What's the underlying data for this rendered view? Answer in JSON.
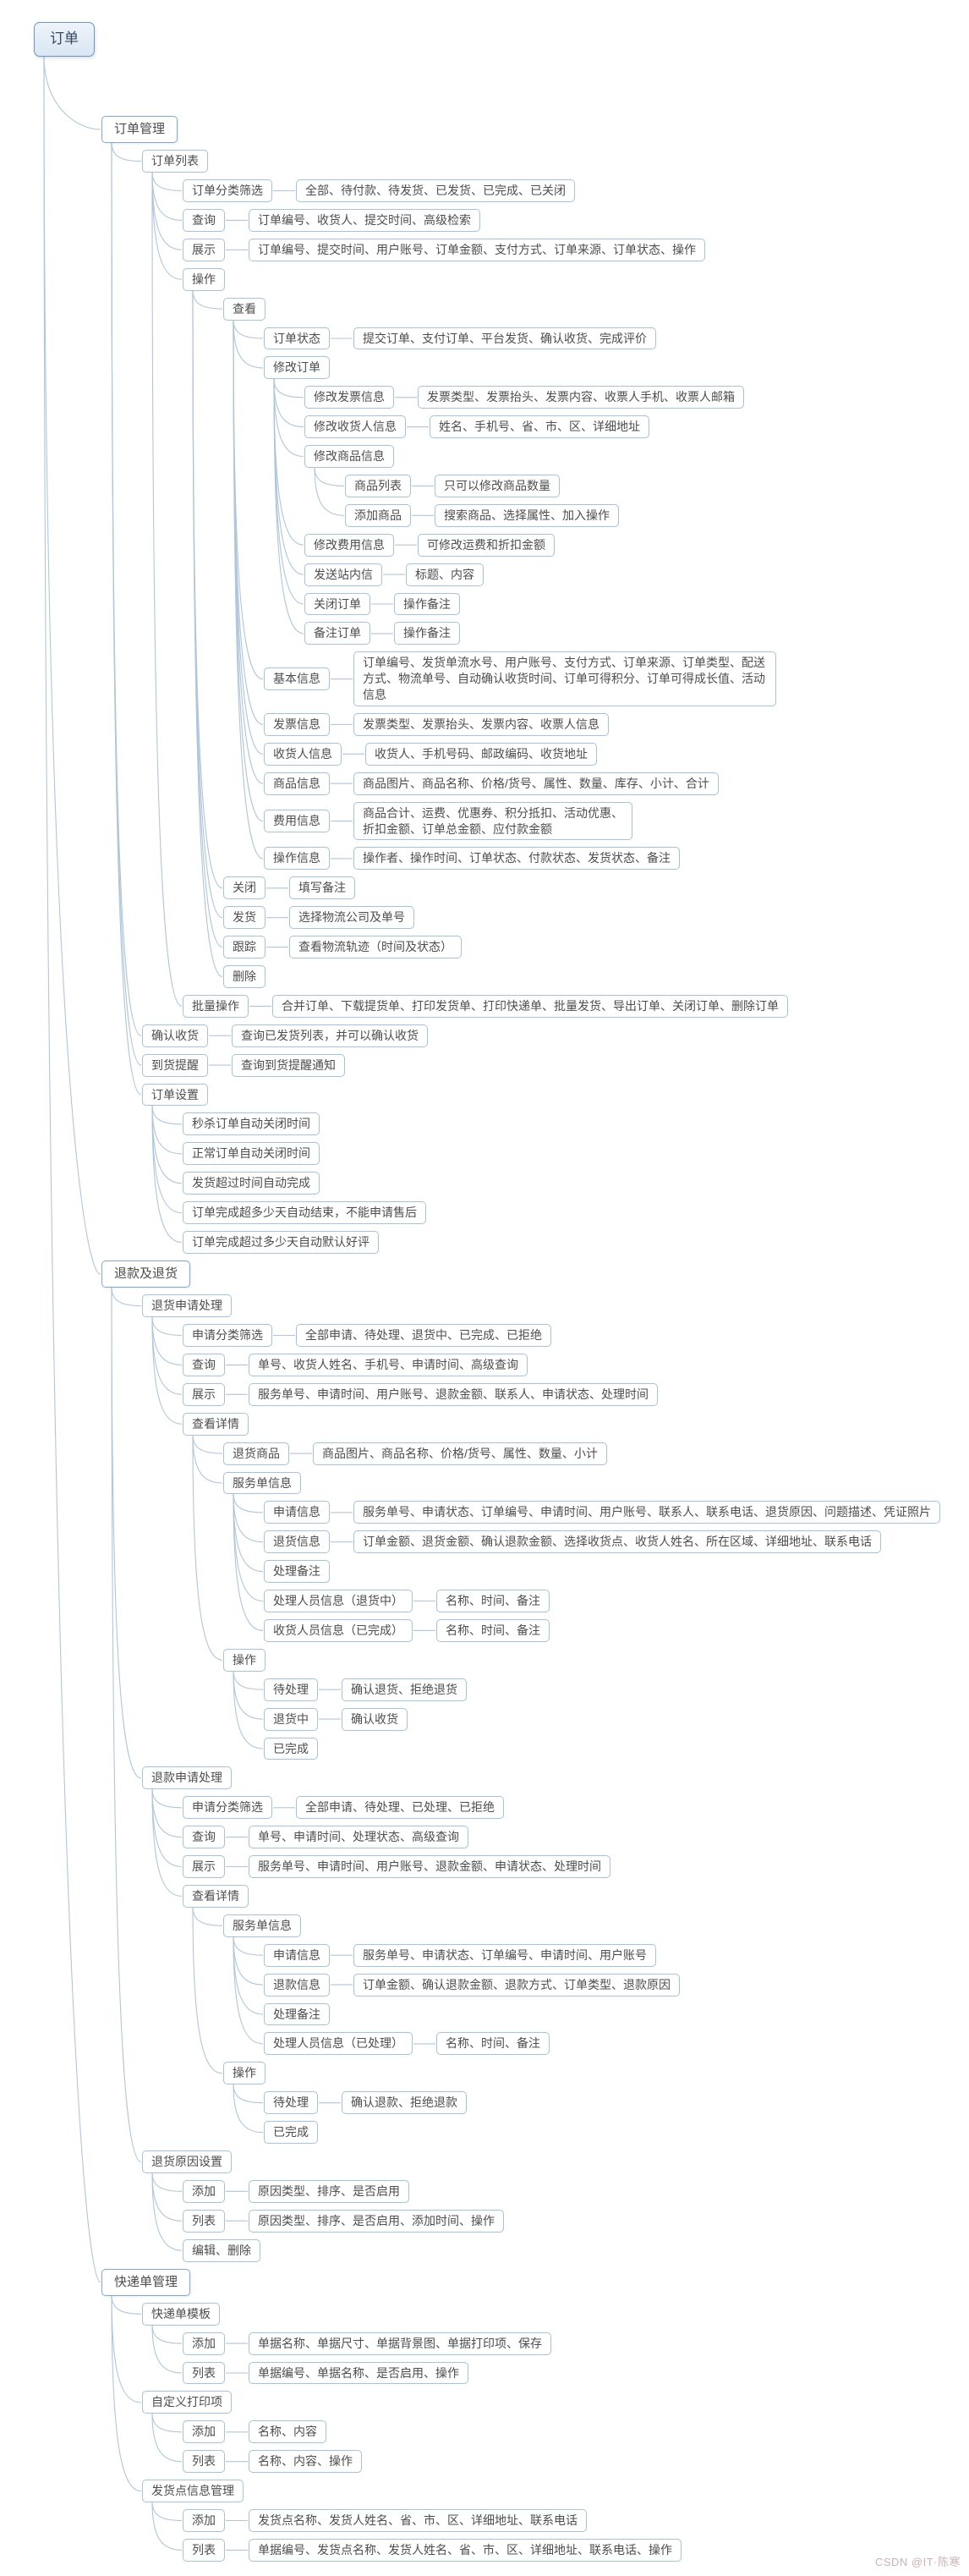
{
  "watermark": "CSDN @IT·陈寒",
  "colors": {
    "line": "#b0c6da",
    "node_border": "#a6c1db",
    "root_border": "#7096bd",
    "root_bg": "#dce8f3",
    "text": "#4d4d4d"
  },
  "mindmap": {
    "label": "订单",
    "children": [
      {
        "label": "订单管理",
        "children": [
          {
            "label": "订单列表",
            "children": [
              {
                "label": "订单分类筛选",
                "children": [
                  {
                    "label": "全部、待付款、待发货、已发货、已完成、已关闭"
                  }
                ]
              },
              {
                "label": "查询",
                "children": [
                  {
                    "label": "订单编号、收货人、提交时间、高级检索"
                  }
                ]
              },
              {
                "label": "展示",
                "children": [
                  {
                    "label": "订单编号、提交时间、用户账号、订单金额、支付方式、订单来源、订单状态、操作"
                  }
                ]
              },
              {
                "label": "操作",
                "children": [
                  {
                    "label": "查看",
                    "children": [
                      {
                        "label": "订单状态",
                        "children": [
                          {
                            "label": "提交订单、支付订单、平台发货、确认收货、完成评价"
                          }
                        ]
                      },
                      {
                        "label": "修改订单",
                        "children": [
                          {
                            "label": "修改发票信息",
                            "children": [
                              {
                                "label": "发票类型、发票抬头、发票内容、收票人手机、收票人邮箱"
                              }
                            ]
                          },
                          {
                            "label": "修改收货人信息",
                            "children": [
                              {
                                "label": "姓名、手机号、省、市、区、详细地址"
                              }
                            ]
                          },
                          {
                            "label": "修改商品信息",
                            "children": [
                              {
                                "label": "商品列表",
                                "children": [
                                  {
                                    "label": "只可以修改商品数量"
                                  }
                                ]
                              },
                              {
                                "label": "添加商品",
                                "children": [
                                  {
                                    "label": "搜索商品、选择属性、加入操作"
                                  }
                                ]
                              }
                            ]
                          },
                          {
                            "label": "修改费用信息",
                            "children": [
                              {
                                "label": "可修改运费和折扣金额"
                              }
                            ]
                          },
                          {
                            "label": "发送站内信",
                            "children": [
                              {
                                "label": "标题、内容"
                              }
                            ]
                          },
                          {
                            "label": "关闭订单",
                            "children": [
                              {
                                "label": "操作备注"
                              }
                            ]
                          },
                          {
                            "label": "备注订单",
                            "children": [
                              {
                                "label": "操作备注"
                              }
                            ]
                          }
                        ]
                      },
                      {
                        "label": "基本信息",
                        "children": [
                          {
                            "label": "订单编号、发货单流水号、用户账号、支付方式、订单来源、订单类型、配送方式、物流单号、自动确认收货时间、订单可得积分、订单可得成长值、活动信息",
                            "wrap": "wide"
                          }
                        ]
                      },
                      {
                        "label": "发票信息",
                        "children": [
                          {
                            "label": "发票类型、发票抬头、发票内容、收票人信息"
                          }
                        ]
                      },
                      {
                        "label": "收货人信息",
                        "children": [
                          {
                            "label": "收货人、手机号码、邮政编码、收货地址"
                          }
                        ]
                      },
                      {
                        "label": "商品信息",
                        "children": [
                          {
                            "label": "商品图片、商品名称、价格/货号、属性、数量、库存、小计、合计"
                          }
                        ]
                      },
                      {
                        "label": "费用信息",
                        "children": [
                          {
                            "label": "商品合计、运费、优惠券、积分抵扣、活动优惠、折扣金额、订单总金额、应付款金额",
                            "wrap": "narrow"
                          }
                        ]
                      },
                      {
                        "label": "操作信息",
                        "children": [
                          {
                            "label": "操作者、操作时间、订单状态、付款状态、发货状态、备注"
                          }
                        ]
                      }
                    ]
                  },
                  {
                    "label": "关闭",
                    "children": [
                      {
                        "label": "填写备注"
                      }
                    ]
                  },
                  {
                    "label": "发货",
                    "children": [
                      {
                        "label": "选择物流公司及单号"
                      }
                    ]
                  },
                  {
                    "label": "跟踪",
                    "children": [
                      {
                        "label": "查看物流轨迹（时间及状态）"
                      }
                    ]
                  },
                  {
                    "label": "删除"
                  }
                ]
              },
              {
                "label": "批量操作",
                "children": [
                  {
                    "label": "合并订单、下载提货单、打印发货单、打印快递单、批量发货、导出订单、关闭订单、删除订单"
                  }
                ]
              }
            ]
          },
          {
            "label": "确认收货",
            "children": [
              {
                "label": "查询已发货列表，并可以确认收货"
              }
            ]
          },
          {
            "label": "到货提醒",
            "children": [
              {
                "label": "查询到货提醒通知"
              }
            ]
          },
          {
            "label": "订单设置",
            "children": [
              {
                "label": "秒杀订单自动关闭时间"
              },
              {
                "label": "正常订单自动关闭时间"
              },
              {
                "label": "发货超过时间自动完成"
              },
              {
                "label": "订单完成超多少天自动结束，不能申请售后"
              },
              {
                "label": "订单完成超过多少天自动默认好评"
              }
            ]
          }
        ]
      },
      {
        "label": "退款及退货",
        "children": [
          {
            "label": "退货申请处理",
            "children": [
              {
                "label": "申请分类筛选",
                "children": [
                  {
                    "label": "全部申请、待处理、退货中、已完成、已拒绝"
                  }
                ]
              },
              {
                "label": "查询",
                "children": [
                  {
                    "label": "单号、收货人姓名、手机号、申请时间、高级查询"
                  }
                ]
              },
              {
                "label": "展示",
                "children": [
                  {
                    "label": "服务单号、申请时间、用户账号、退款金额、联系人、申请状态、处理时间"
                  }
                ]
              },
              {
                "label": "查看详情",
                "children": [
                  {
                    "label": "退货商品",
                    "children": [
                      {
                        "label": "商品图片、商品名称、价格/货号、属性、数量、小计"
                      }
                    ]
                  },
                  {
                    "label": "服务单信息",
                    "children": [
                      {
                        "label": "申请信息",
                        "children": [
                          {
                            "label": "服务单号、申请状态、订单编号、申请时间、用户账号、联系人、联系电话、退货原因、问题描述、凭证照片"
                          }
                        ]
                      },
                      {
                        "label": "退货信息",
                        "children": [
                          {
                            "label": "订单金额、退货金额、确认退款金额、选择收货点、收货人姓名、所在区域、详细地址、联系电话"
                          }
                        ]
                      },
                      {
                        "label": "处理备注"
                      },
                      {
                        "label": "处理人员信息（退货中）",
                        "children": [
                          {
                            "label": "名称、时间、备注"
                          }
                        ]
                      },
                      {
                        "label": "收货人员信息（已完成）",
                        "children": [
                          {
                            "label": "名称、时间、备注"
                          }
                        ]
                      }
                    ]
                  },
                  {
                    "label": "操作",
                    "children": [
                      {
                        "label": "待处理",
                        "children": [
                          {
                            "label": "确认退货、拒绝退货"
                          }
                        ]
                      },
                      {
                        "label": "退货中",
                        "children": [
                          {
                            "label": "确认收货"
                          }
                        ]
                      },
                      {
                        "label": "已完成"
                      }
                    ]
                  }
                ]
              }
            ]
          },
          {
            "label": "退款申请处理",
            "children": [
              {
                "label": "申请分类筛选",
                "children": [
                  {
                    "label": "全部申请、待处理、已处理、已拒绝"
                  }
                ]
              },
              {
                "label": "查询",
                "children": [
                  {
                    "label": "单号、申请时间、处理状态、高级查询"
                  }
                ]
              },
              {
                "label": "展示",
                "children": [
                  {
                    "label": "服务单号、申请时间、用户账号、退款金额、申请状态、处理时间"
                  }
                ]
              },
              {
                "label": "查看详情",
                "children": [
                  {
                    "label": "服务单信息",
                    "children": [
                      {
                        "label": "申请信息",
                        "children": [
                          {
                            "label": "服务单号、申请状态、订单编号、申请时间、用户账号"
                          }
                        ]
                      },
                      {
                        "label": "退款信息",
                        "children": [
                          {
                            "label": "订单金额、确认退款金额、退款方式、订单类型、退款原因"
                          }
                        ]
                      },
                      {
                        "label": "处理备注"
                      },
                      {
                        "label": "处理人员信息（已处理）",
                        "children": [
                          {
                            "label": "名称、时间、备注"
                          }
                        ]
                      }
                    ]
                  },
                  {
                    "label": "操作",
                    "children": [
                      {
                        "label": "待处理",
                        "children": [
                          {
                            "label": "确认退款、拒绝退款"
                          }
                        ]
                      },
                      {
                        "label": "已完成"
                      }
                    ]
                  }
                ]
              }
            ]
          },
          {
            "label": "退货原因设置",
            "children": [
              {
                "label": "添加",
                "children": [
                  {
                    "label": "原因类型、排序、是否启用"
                  }
                ]
              },
              {
                "label": "列表",
                "children": [
                  {
                    "label": "原因类型、排序、是否启用、添加时间、操作"
                  }
                ]
              },
              {
                "label": "编辑、删除"
              }
            ]
          }
        ]
      },
      {
        "label": "快递单管理",
        "children": [
          {
            "label": "快递单模板",
            "children": [
              {
                "label": "添加",
                "children": [
                  {
                    "label": "单据名称、单据尺寸、单据背景图、单据打印项、保存"
                  }
                ]
              },
              {
                "label": "列表",
                "children": [
                  {
                    "label": "单据编号、单据名称、是否启用、操作"
                  }
                ]
              }
            ]
          },
          {
            "label": "自定义打印项",
            "children": [
              {
                "label": "添加",
                "children": [
                  {
                    "label": "名称、内容"
                  }
                ]
              },
              {
                "label": "列表",
                "children": [
                  {
                    "label": "名称、内容、操作"
                  }
                ]
              }
            ]
          },
          {
            "label": "发货点信息管理",
            "children": [
              {
                "label": "添加",
                "children": [
                  {
                    "label": "发货点名称、发货人姓名、省、市、区、详细地址、联系电话"
                  }
                ]
              },
              {
                "label": "列表",
                "children": [
                  {
                    "label": "单据编号、发货点名称、发货人姓名、省、市、区、详细地址、联系电话、操作"
                  }
                ]
              }
            ]
          }
        ]
      }
    ]
  }
}
